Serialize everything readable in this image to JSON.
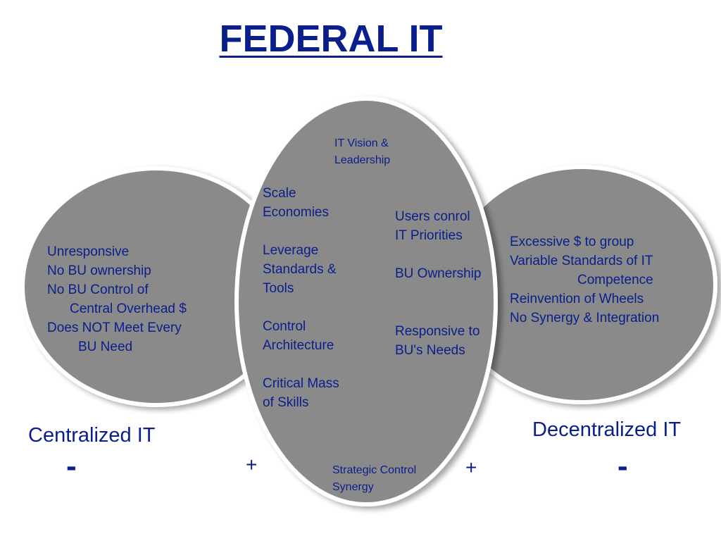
{
  "title": "FEDERAL IT",
  "colors": {
    "text": "#0a1e8c",
    "ellipse_fill": "#8a8a8a",
    "ellipse_border": "#ffffff",
    "shadow": "#c8c8c8"
  },
  "center": {
    "top": [
      "IT Vision &",
      "Leadership"
    ],
    "left_col": {
      "scale": [
        "Scale",
        "Economies"
      ],
      "leverage": [
        "Leverage",
        "Standards &",
        "Tools"
      ],
      "control": [
        "Control",
        "Architecture"
      ],
      "critical": [
        "Critical Mass",
        "of Skills"
      ]
    },
    "right_col": {
      "users": [
        "Users conrol",
        "IT Priorities"
      ],
      "bu_ownership": "BU Ownership",
      "responsive": [
        "Responsive to",
        "BU's Needs"
      ]
    },
    "bottom": [
      "Strategic Control",
      "Synergy"
    ]
  },
  "left": {
    "lines": [
      "Unresponsive",
      "No BU ownership",
      "No BU Control of",
      "Central Overhead $",
      "Does NOT Meet Every",
      "BU Need"
    ],
    "label": "Centralized IT",
    "minus": "-",
    "plus": "+"
  },
  "right": {
    "lines": [
      "Excessive $ to group",
      "Variable Standards of IT",
      "Competence",
      "Reinvention of Wheels",
      "No Synergy & Integration"
    ],
    "label": "Decentralized IT",
    "minus": "-",
    "plus": "+"
  }
}
